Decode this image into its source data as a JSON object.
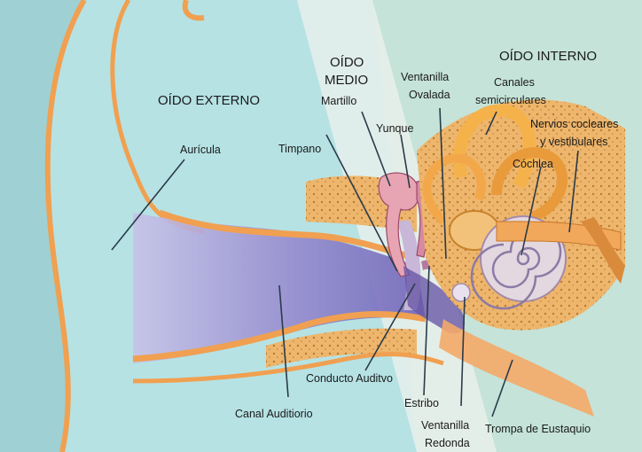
{
  "sections": {
    "outer": "OÍDO EXTERNO",
    "middle_line1": "OÍDO",
    "middle_line2": "MEDIO",
    "inner": "OÍDO INTERNO"
  },
  "labels": {
    "auricula": "Aurícula",
    "martillo": "Martillo",
    "yunque": "Yunque",
    "timpano": "Timpano",
    "ventanilla_ovalada_1": "Ventanilla",
    "ventanilla_ovalada_2": "Ovalada",
    "canales_1": "Canales",
    "canales_2": "semicirculares",
    "nervios_1": "Nervios cocleares",
    "nervios_2": "y vestibulares",
    "coclea": "Cóchlea",
    "conducto": "Conducto Auditvo",
    "canal": "Canal Auditiorio",
    "estribo": "Estribo",
    "ventanilla_redonda_1": "Ventanilla",
    "ventanilla_redonda_2": "Redonda",
    "trompa": "Trompa de Eustaquio"
  },
  "colors": {
    "outer_bg": "#b6e2e4",
    "inner_bg": "#c5e3d8",
    "skin": "#f2a25a",
    "canal_purple": "#8f86c8",
    "bone": "#e9b266"
  }
}
